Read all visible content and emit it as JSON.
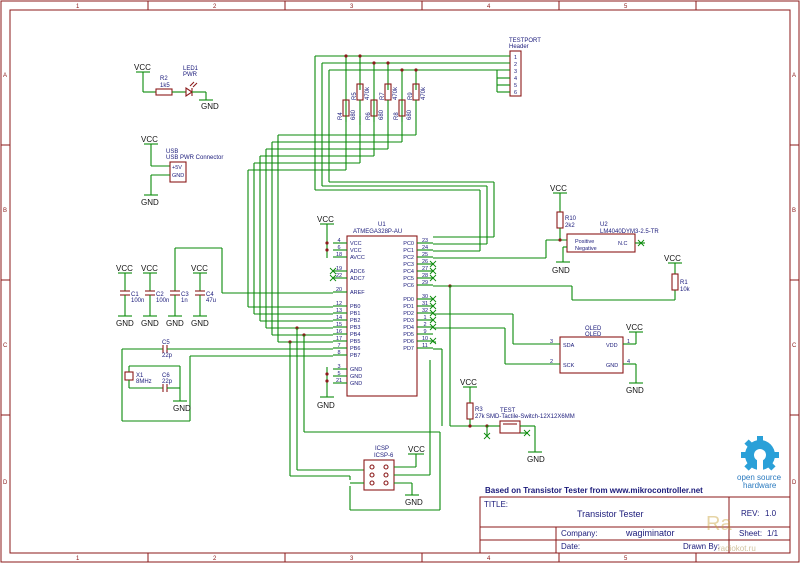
{
  "frame": {
    "cols": [
      "1",
      "2",
      "3",
      "4",
      "5"
    ],
    "rows": [
      "A",
      "B",
      "C",
      "D"
    ]
  },
  "title_block": {
    "based_on": "Based on Transistor Tester from www.mikrocontroller.net",
    "title_label": "TITLE:",
    "title_value": "Transistor Tester",
    "company_label": "Company:",
    "company_value": "wagiminator",
    "date_label": "Date:",
    "drawn_label": "Drawn By:",
    "rev_label": "REV:",
    "rev_value": "1.0",
    "sheet_label": "Sheet:",
    "sheet_value": "1/1"
  },
  "logo": {
    "line1": "open source",
    "line2": "hardware"
  },
  "watermark": {
    "line1": "Ra",
    "line2": "radiokot.ru"
  },
  "components": {
    "R2": {
      "ref": "R2",
      "value": "1k5"
    },
    "LED1": {
      "ref": "LED1",
      "value": "PWR"
    },
    "USB": {
      "ref": "USB",
      "value": "USB PWR Connector",
      "pin1": "+5V",
      "pin2": "GND"
    },
    "TESTPORT": {
      "ref": "TESTPORT",
      "value": "Header",
      "pins": [
        "1",
        "2",
        "3",
        "4",
        "5",
        "6"
      ]
    },
    "R4": {
      "ref": "R4",
      "value": "680"
    },
    "R5": {
      "ref": "R5",
      "value": "470k"
    },
    "R6": {
      "ref": "R6",
      "value": "680"
    },
    "R7": {
      "ref": "R7",
      "value": "470k"
    },
    "R8": {
      "ref": "R8",
      "value": "680"
    },
    "R9": {
      "ref": "R9",
      "value": "470k"
    },
    "R10": {
      "ref": "R10",
      "value": "2k2"
    },
    "U2": {
      "ref": "U2",
      "value": "LM4040DYM3-2.5-TR",
      "pos": "Positive",
      "neg": "Negative",
      "nc": "N.C"
    },
    "R1": {
      "ref": "R1",
      "value": "10k"
    },
    "U1": {
      "ref": "U1",
      "value": "ATMEGA328P-AU",
      "left": [
        {
          "num": "4",
          "name": "VCC"
        },
        {
          "num": "6",
          "name": "VCC"
        },
        {
          "num": "18",
          "name": "AVCC"
        },
        {
          "num": "19",
          "name": "ADC6"
        },
        {
          "num": "22",
          "name": "ADC7"
        },
        {
          "num": "20",
          "name": "AREF"
        },
        {
          "num": "12",
          "name": "PB0"
        },
        {
          "num": "13",
          "name": "PB1"
        },
        {
          "num": "14",
          "name": "PB2"
        },
        {
          "num": "15",
          "name": "PB3"
        },
        {
          "num": "16",
          "name": "PB4"
        },
        {
          "num": "17",
          "name": "PB5"
        },
        {
          "num": "7",
          "name": "PB6"
        },
        {
          "num": "8",
          "name": "PB7"
        },
        {
          "num": "3",
          "name": "GND"
        },
        {
          "num": "5",
          "name": "GND"
        },
        {
          "num": "21",
          "name": "GND"
        }
      ],
      "right": [
        {
          "num": "23",
          "name": "PC0"
        },
        {
          "num": "24",
          "name": "PC1"
        },
        {
          "num": "25",
          "name": "PC2"
        },
        {
          "num": "26",
          "name": "PC3"
        },
        {
          "num": "27",
          "name": "PC4"
        },
        {
          "num": "28",
          "name": "PC5"
        },
        {
          "num": "29",
          "name": "PC6"
        },
        {
          "num": "30",
          "name": "PD0"
        },
        {
          "num": "31",
          "name": "PD1"
        },
        {
          "num": "32",
          "name": "PD2"
        },
        {
          "num": "1",
          "name": "PD3"
        },
        {
          "num": "2",
          "name": "PD4"
        },
        {
          "num": "9",
          "name": "PD5"
        },
        {
          "num": "10",
          "name": "PD6"
        },
        {
          "num": "11",
          "name": "PD7"
        }
      ]
    },
    "C1": {
      "ref": "C1",
      "value": "100n"
    },
    "C2": {
      "ref": "C2",
      "value": "100n"
    },
    "C3": {
      "ref": "C3",
      "value": "1n"
    },
    "C4": {
      "ref": "C4",
      "value": "47u"
    },
    "C5": {
      "ref": "C5",
      "value": "22p"
    },
    "C6": {
      "ref": "C6",
      "value": "22p"
    },
    "X1": {
      "ref": "X1",
      "value": "8MHz"
    },
    "OLED": {
      "ref": "OLED",
      "value": "OLED",
      "sda": "SDA",
      "sck": "SCK",
      "vdd": "VDD",
      "gnd": "GND",
      "n1": "3",
      "n2": "2",
      "n3": "1",
      "n4": "4"
    },
    "R3": {
      "ref": "R3",
      "value": "27k"
    },
    "TEST": {
      "ref": "TEST",
      "value": "SMD-Tactile-Switch-12X12X6MM"
    },
    "ICSP": {
      "ref": "ICSP",
      "value": "ICSP-6"
    }
  },
  "power": {
    "vcc": "VCC",
    "gnd": "GND"
  }
}
